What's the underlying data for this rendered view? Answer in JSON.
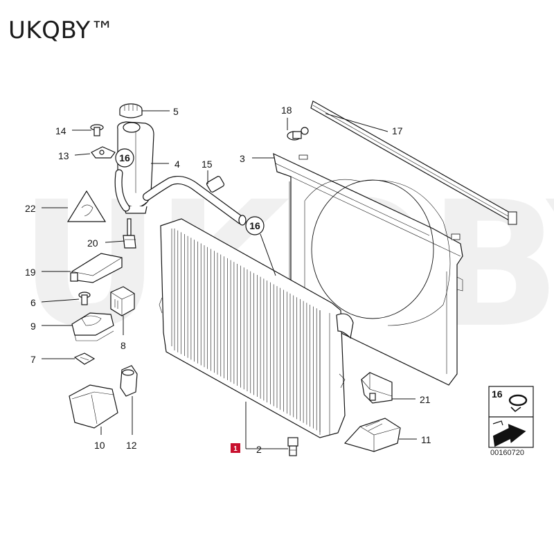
{
  "brand": {
    "text": "UKQBY™",
    "watermark": "UKQBY™"
  },
  "diagram_code": "00160720",
  "callouts": {
    "c1": "1",
    "c2": "2",
    "c3": "3",
    "c4": "4",
    "c5": "5",
    "c6": "6",
    "c7": "7",
    "c8": "8",
    "c9": "9",
    "c10": "10",
    "c11": "11",
    "c12": "12",
    "c13": "13",
    "c14": "14",
    "c15": "15",
    "c16a": "16",
    "c16b": "16",
    "c16c": "16",
    "c17": "17",
    "c18": "18",
    "c19": "19",
    "c20": "20",
    "c21": "21",
    "c22": "22"
  },
  "colors": {
    "highlight": "#c8102e",
    "line": "#111111",
    "watermark": "#000000"
  }
}
